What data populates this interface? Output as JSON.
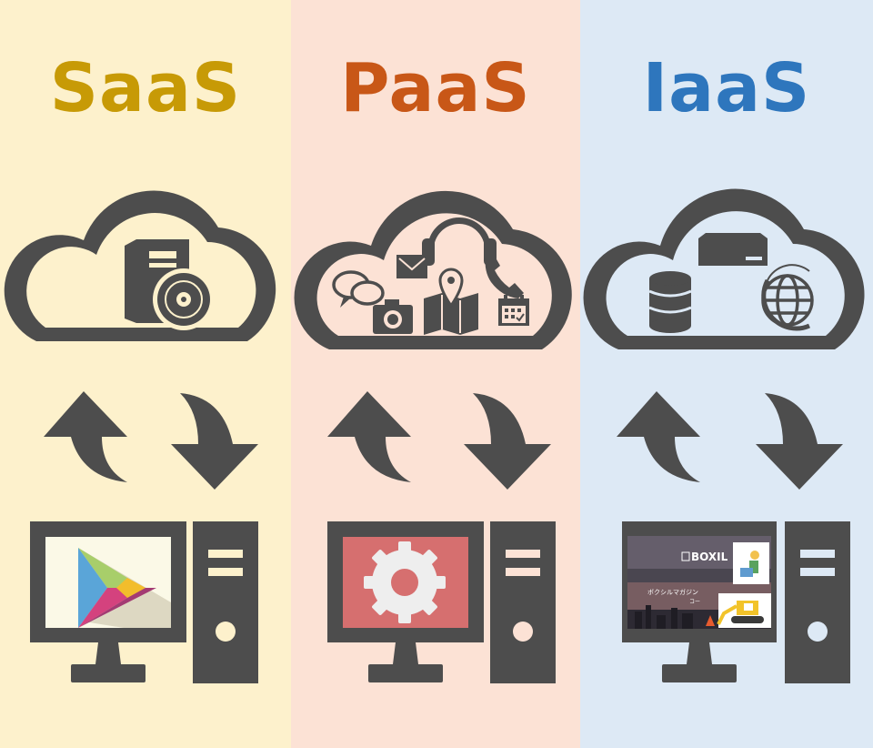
{
  "colors": {
    "saas_bg": "#fdf1cc",
    "paas_bg": "#fce2d5",
    "iaas_bg": "#dde9f5",
    "saas_title": "#c79a06",
    "paas_title": "#c85717",
    "iaas_title": "#2e76bd",
    "icon_gray": "#4d4d4d"
  },
  "columns": [
    {
      "title": "SaaS"
    },
    {
      "title": "PaaS"
    },
    {
      "title": "IaaS"
    }
  ],
  "iaas_screen": {
    "logo": "BOXIL",
    "caption": "ボクシルマガジン",
    "sub": "コー"
  }
}
